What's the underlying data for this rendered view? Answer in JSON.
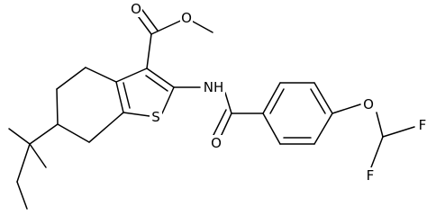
{
  "molecule": {
    "atom_labels": {
      "ester_carbonyl_oxygen": "O",
      "ester_ether_oxygen": "O",
      "amide_nitrogen": "NH",
      "ring_sulfur": "S",
      "amide_carbonyl_oxygen": "O",
      "aryl_ether_oxygen": "O",
      "fluorine_top": "F",
      "fluorine_bottom": "F"
    }
  },
  "colors": {
    "bond": "#000000",
    "text": "#000000",
    "background": "#ffffff"
  }
}
